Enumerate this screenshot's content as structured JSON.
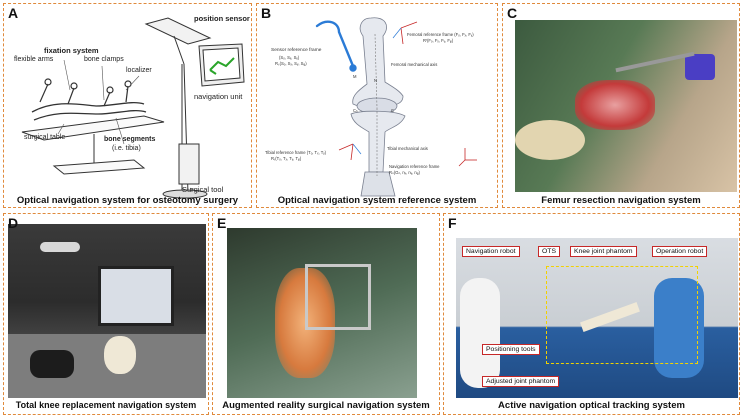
{
  "panels": {
    "A": {
      "letter": "A",
      "caption": "Optical navigation system for osteotomy surgery",
      "labels": {
        "position_sensor": "position sensor",
        "fixation_system": "fixation system",
        "flexible_arms": "flexible arms",
        "bone_clamps": "bone clamps",
        "localizer": "localizer",
        "navigation_unit": "navigation unit",
        "surgical_table": "surgical table",
        "bone_segments": "bone segments",
        "bone_segments_sub": "(i.e. tibia)",
        "surgical_tool": "Surgical tool"
      }
    },
    "B": {
      "letter": "B",
      "caption": "Optical navigation system reference system",
      "labels": {
        "sensor_frame": "Sensor reference frame",
        "sensor_frame_sym1": "(Sₒ, Sₓ, Sᵧ)",
        "sensor_frame_sym2": "Rₛ(Sₒ, Sₓ, Sᵧ, Sᵩ)",
        "femoral_frame": "Femoral reference frame (Fₒ, Fₓ, Fᵧ)",
        "femoral_frame_sym": "Rᶠ(Fₒ, Fₓ, Fᵧ, Fᵩ)",
        "femoral_axis": "Femoral mechanical axis",
        "tibial_frame": "Tibial reference frame (Tₒ, Tₓ, Tᵧ)",
        "tibial_frame_sym": "Rₜ(Tₒ, Tₓ, Tᵧ, Tᵩ)",
        "tibial_axis": "Tibial mechanical axis",
        "navigation_frame": "Navigation reference frame",
        "navigation_frame_sym": "Rₙ(Oₙ, nₓ, nᵧ, nᵩ)",
        "point_m": "M",
        "point_n": "N",
        "point_cb": "Cₕ",
        "point_c": "C"
      }
    },
    "C": {
      "letter": "C",
      "caption": "Femur resection navigation system"
    },
    "D": {
      "letter": "D",
      "caption": "Total knee replacement navigation system"
    },
    "E": {
      "letter": "E",
      "caption": "Augmented reality surgical navigation system"
    },
    "F": {
      "letter": "F",
      "caption": "Active navigation optical tracking system",
      "labels": {
        "navigation_robot": "Navigation robot",
        "ots": "OTS",
        "knee_joint_phantom": "Knee joint phantom",
        "operation_robot": "Operation robot",
        "positioning_tools": "Positioning tools",
        "adjusted_joint_phantom": "Adjusted joint phantom"
      }
    }
  },
  "colors": {
    "panel_border": "#e08a3c",
    "annotation_red": "#c62828",
    "tracked_tool_blue": "#2b7bd6",
    "tracking_yellow": "#f2d200"
  }
}
